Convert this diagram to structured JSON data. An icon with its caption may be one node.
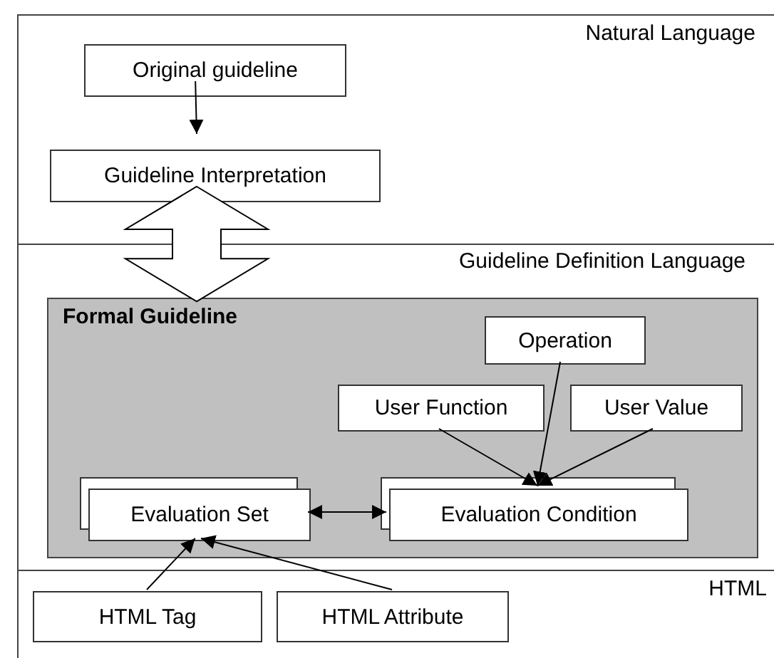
{
  "diagram": {
    "nodes": [
      {
        "text": [
          "Natural Language"
        ]
      },
      {
        "text": [
          "Original guideline"
        ],
        "in": 0
      },
      {
        "text": [
          "Guideline Interpretation"
        ],
        "in": 0
      },
      {
        "text": [
          "Guideline Definition Language"
        ]
      },
      {
        "text": [
          "Formal Guideline"
        ],
        "in": 3
      },
      {
        "text": [
          "Operation"
        ],
        "in": 4
      },
      {
        "text": [
          "User Function"
        ],
        "in": 4
      },
      {
        "text": [
          "User Value"
        ],
        "in": 4
      },
      {
        "text": [
          "Evaluation Set"
        ],
        "in": 4
      },
      {
        "text": [
          "Evaluation Condition"
        ],
        "in": 4
      },
      {
        "text": [
          "HTML"
        ]
      },
      {
        "text": [
          "HTML Tag"
        ],
        "in": 10
      },
      {
        "text": [
          "HTML Attribute"
        ],
        "in": 10
      }
    ],
    "edges": [
      {
        "from": 1,
        "to": 2,
        "arrow": "to"
      },
      {
        "from": 2,
        "to": 4,
        "arrow": "both",
        "style": "thick"
      },
      {
        "from": 5,
        "to": 9,
        "arrow": "to"
      },
      {
        "from": 6,
        "to": 9,
        "arrow": "to"
      },
      {
        "from": 7,
        "to": 9,
        "arrow": "to"
      },
      {
        "from": 8,
        "to": 9,
        "arrow": "both"
      },
      {
        "from": 11,
        "to": 8,
        "arrow": "to"
      },
      {
        "from": 12,
        "to": 8,
        "arrow": "to"
      }
    ]
  }
}
